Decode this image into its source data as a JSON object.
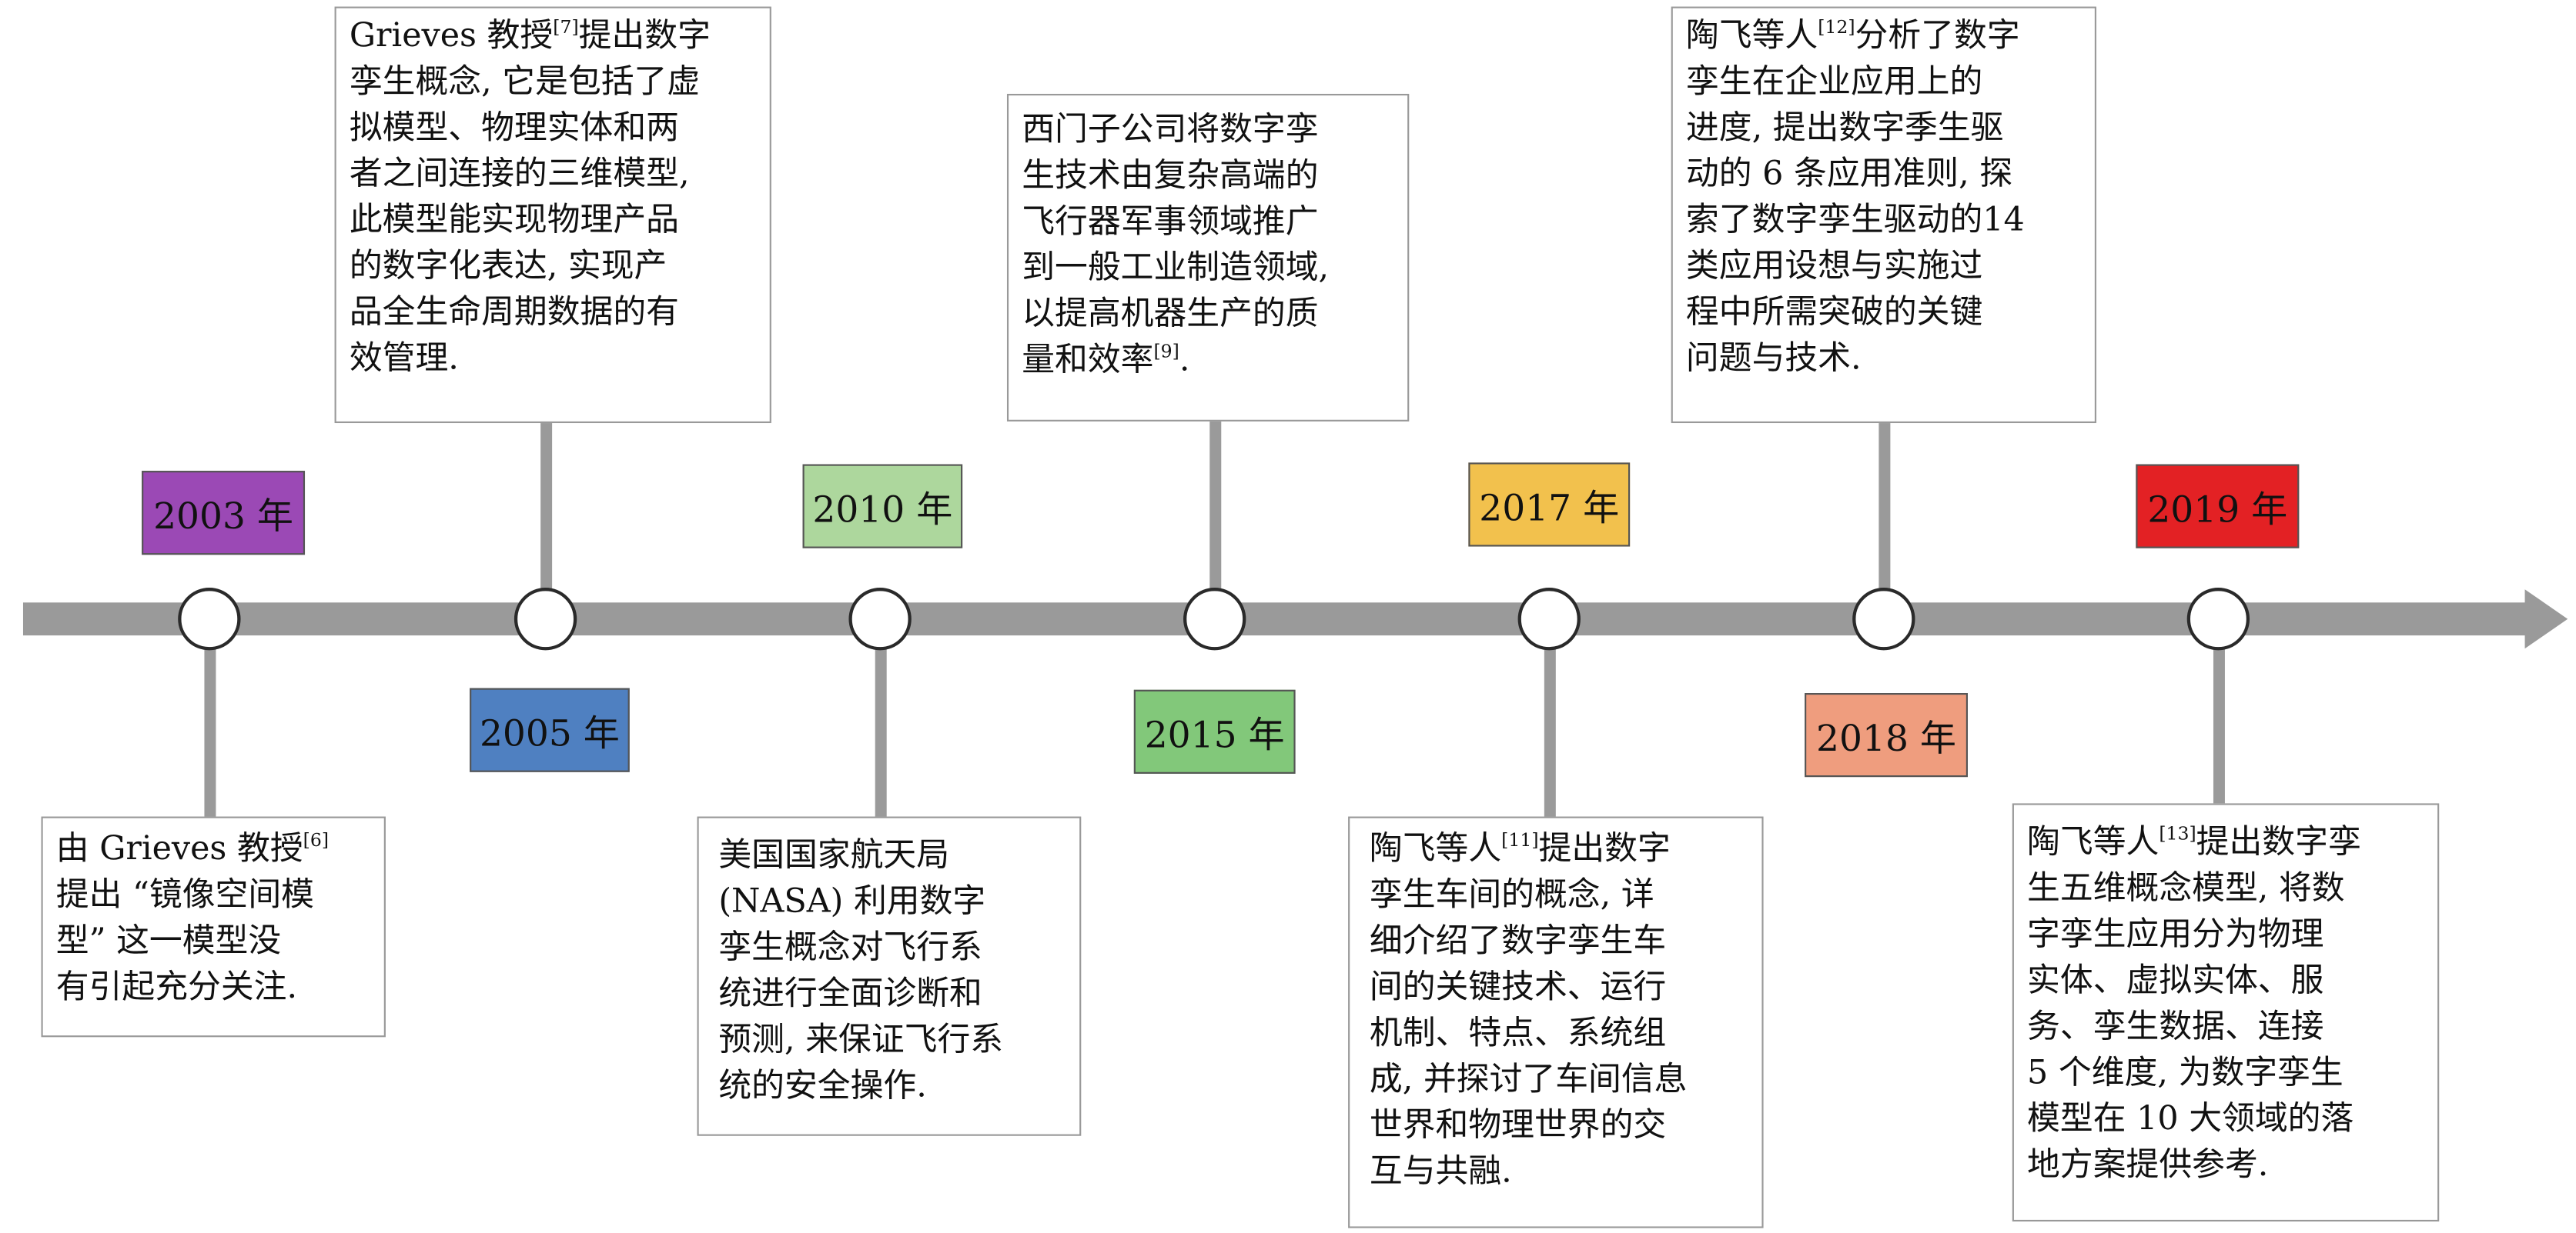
{
  "colors": {
    "axis": "#9a9a9a",
    "year_2003": "#9b49b5",
    "year_2005": "#4f80c1",
    "year_2010": "#add79d",
    "year_2015": "#82c87a",
    "year_2017": "#f2c14d",
    "year_2018": "#ef9d7e",
    "year_2019": "#e32124"
  },
  "years": {
    "y2003": "2003 年",
    "y2005": "2005 年",
    "y2010": "2010 年",
    "y2015": "2015 年",
    "y2017": "2017 年",
    "y2018": "2018 年",
    "y2019": "2019 年"
  },
  "events": {
    "e2003": {
      "l1a": "由 Grieves 教授",
      "l1sup": "[6]",
      "l2": "提出 “镜像空间模",
      "l3": "型” 这一模型没",
      "l4": "有引起充分关注."
    },
    "e2005": {
      "l1a": "Grieves 教授",
      "l1sup": "[7]",
      "l1b": "提出数字",
      "l2": "孪生概念, 它是包括了虚",
      "l3": "拟模型、物理实体和两",
      "l4": "者之间连接的三维模型,",
      "l5": "此模型能实现物理产品",
      "l6": "的数字化表达, 实现产",
      "l7": "品全生命周期数据的有",
      "l8": "效管理."
    },
    "e2010": {
      "l1": "美国国家航天局",
      "l2": "(NASA) 利用数字",
      "l3": "孪生概念对飞行系",
      "l4": "统进行全面诊断和",
      "l5": "预测, 来保证飞行系",
      "l6": "统的安全操作."
    },
    "e2015": {
      "l1": "西门子公司将数字孪",
      "l2": "生技术由复杂高端的",
      "l3": "飞行器军事领域推广",
      "l4": "到一般工业制造领域,",
      "l5": "以提高机器生产的质",
      "l6a": "量和效率",
      "l6sup": "[9]",
      "l6b": "."
    },
    "e2017": {
      "l1a": "陶飞等人",
      "l1sup": "[11]",
      "l1b": "提出数字",
      "l2": "孪生车间的概念, 详",
      "l3": "细介绍了数字孪生车",
      "l4": "间的关键技术、运行",
      "l5": "机制、特点、系统组",
      "l6": "成, 并探讨了车间信息",
      "l7": "世界和物理世界的交",
      "l8": "互与共融."
    },
    "e2018": {
      "l1a": "陶飞等人",
      "l1sup": "[12]",
      "l1b": "分析了数字",
      "l2": "孪生在企业应用上的",
      "l3": "进度, 提出数字季生驱",
      "l4": "动的 6 条应用准则, 探",
      "l5": "索了数字孪生驱动的14",
      "l6": "类应用设想与实施过",
      "l7": "程中所需突破的关键",
      "l8": "问题与技术."
    },
    "e2019": {
      "l1a": "陶飞等人",
      "l1sup": "[13]",
      "l1b": "提出数字孪",
      "l2": "生五维概念模型, 将数",
      "l3": "字孪生应用分为物理",
      "l4": "实体、虚拟实体、服",
      "l5": "务、孪生数据、连接",
      "l6": "5 个维度, 为数字孪生",
      "l7": "模型在 10 大领域的落",
      "l8": "地方案提供参考."
    }
  }
}
